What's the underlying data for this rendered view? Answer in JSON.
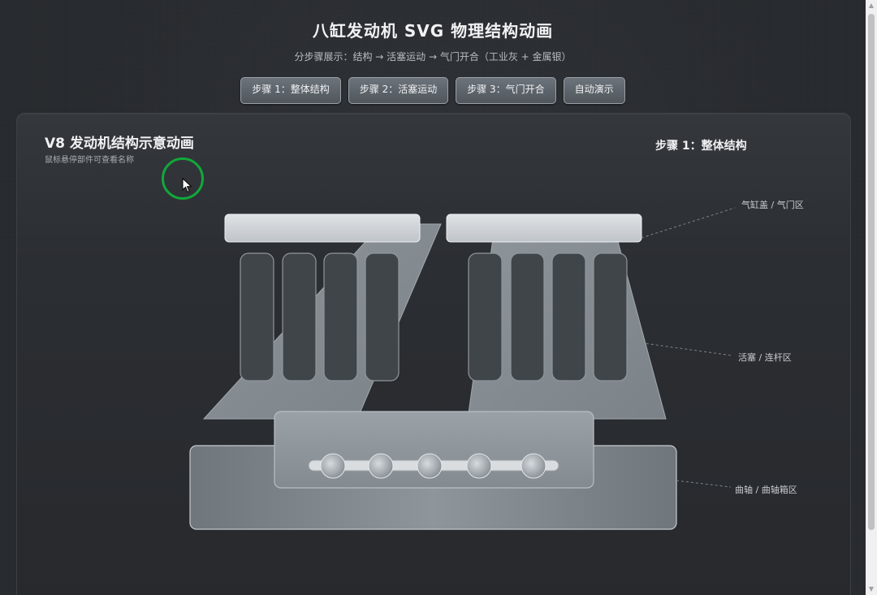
{
  "header": {
    "title": "八缸发动机 SVG 物理结构动画",
    "subtitle": "分步骤展示：结构 → 活塞运动 → 气门开合（工业灰 + 金属银）"
  },
  "buttons": [
    {
      "label": "步骤 1：整体结构"
    },
    {
      "label": "步骤 2：活塞运动"
    },
    {
      "label": "步骤 3：气门开合"
    },
    {
      "label": "自动演示"
    }
  ],
  "panel": {
    "title": "V8 发动机结构示意动画",
    "hint": "鼠标悬停部件可查看名称",
    "step_indicator": "步骤 1：整体结构"
  },
  "labels": {
    "valve_area": "气缸盖 / 气门区",
    "piston_area": "活塞 / 连杆区",
    "crank_area": "曲轴 / 曲轴箱区"
  },
  "icons": {
    "cursor": "mouse-pointer-icon",
    "scroll_up": "chevron-up-icon",
    "scroll_down": "chevron-down-icon"
  },
  "colors": {
    "background": "#26292d",
    "panel": "#2f3236",
    "metal_silver": "#c9cdd2",
    "industrial_gray": "#6e757c",
    "cursor_ring": "#11a83a"
  }
}
